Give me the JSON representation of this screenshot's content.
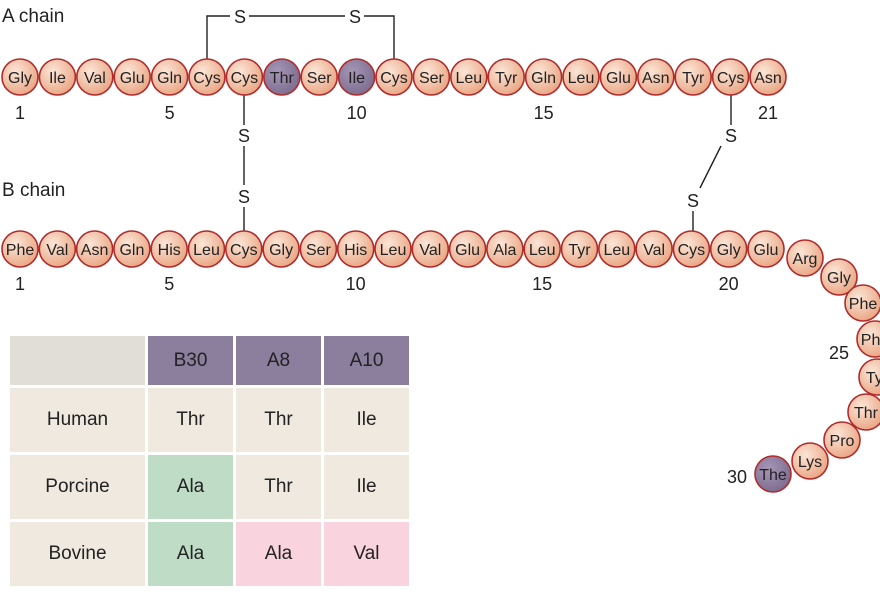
{
  "labels": {
    "a_chain": "A chain",
    "b_chain": "B chain",
    "sulfur": "S"
  },
  "colors": {
    "residue_fill": "#f2c2a4",
    "residue_edge": "#b02c2c",
    "highlight_fill": "#8c7d9d",
    "header_fill": "#8c7f9e",
    "corner_fill": "#e1ddd7",
    "cell_fill": "#efe9df",
    "green_fill": "#bfdcc6",
    "pink_fill": "#f9d3dd"
  },
  "a_chain": {
    "residues": [
      "Gly",
      "Ile",
      "Val",
      "Glu",
      "Gln",
      "Cys",
      "Cys",
      "Thr",
      "Ser",
      "Ile",
      "Cys",
      "Ser",
      "Leu",
      "Tyr",
      "Gln",
      "Leu",
      "Glu",
      "Asn",
      "Tyr",
      "Cys",
      "Asn"
    ],
    "highlighted": [
      8,
      10
    ],
    "numbers": [
      {
        "position": 1,
        "label": "1"
      },
      {
        "position": 5,
        "label": "5"
      },
      {
        "position": 10,
        "label": "10"
      },
      {
        "position": 15,
        "label": "15"
      },
      {
        "position": 21,
        "label": "21"
      }
    ]
  },
  "b_chain": {
    "residues": [
      "Phe",
      "Val",
      "Asn",
      "Gln",
      "His",
      "Leu",
      "Cys",
      "Gly",
      "Ser",
      "His",
      "Leu",
      "Val",
      "Glu",
      "Ala",
      "Leu",
      "Tyr",
      "Leu",
      "Val",
      "Cys",
      "Gly",
      "Glu",
      "Arg",
      "Gly",
      "Phe",
      "Phe",
      "Tyr",
      "Thr",
      "Pro",
      "Lys",
      "The"
    ],
    "highlighted": [
      30
    ],
    "numbers": [
      {
        "position": 1,
        "label": "1"
      },
      {
        "position": 5,
        "label": "5"
      },
      {
        "position": 10,
        "label": "10"
      },
      {
        "position": 15,
        "label": "15"
      },
      {
        "position": 20,
        "label": "20"
      },
      {
        "position": 25,
        "label": "25"
      },
      {
        "position": 30,
        "label": "30"
      }
    ]
  },
  "disulfide_bonds": [
    {
      "type": "intrachain",
      "from": "A6",
      "to": "A11"
    },
    {
      "type": "interchain",
      "from": "A7",
      "to": "B7"
    },
    {
      "type": "interchain",
      "from": "A20",
      "to": "B19"
    }
  ],
  "table": {
    "corner": "",
    "columns": [
      "B30",
      "A8",
      "A10"
    ],
    "rows": [
      {
        "species": "Human",
        "cells": [
          "Thr",
          "Thr",
          "Ile"
        ],
        "tints": [
          "cell",
          "cell",
          "cell"
        ]
      },
      {
        "species": "Porcine",
        "cells": [
          "Ala",
          "Thr",
          "Ile"
        ],
        "tints": [
          "green",
          "cell",
          "cell"
        ]
      },
      {
        "species": "Bovine",
        "cells": [
          "Ala",
          "Ala",
          "Val"
        ],
        "tints": [
          "green",
          "pink",
          "pink"
        ]
      }
    ]
  }
}
